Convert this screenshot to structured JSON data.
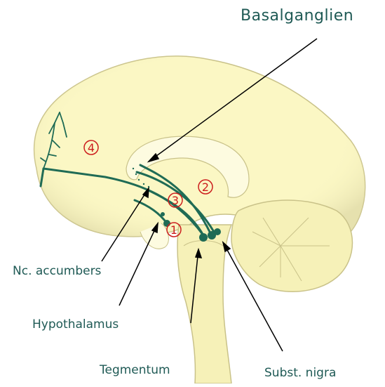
{
  "labels": {
    "basalganglien": "Basalganglien",
    "nc_accumbens": "Nc. accumbers",
    "hypothalamus": "Hypothalamus",
    "tegmentum": "Tegmentum",
    "subst_nigra": "Subst. nigra"
  },
  "region_numbers": [
    "4",
    "2",
    "3",
    "1"
  ],
  "colors": {
    "brain_fill": "#fbf7c4",
    "brain_outline": "#c9c289",
    "pathway": "#1f6b55",
    "numbers": "#cc1e1e",
    "label_text": "#1f5a55",
    "pointer_lines": "#000000"
  }
}
